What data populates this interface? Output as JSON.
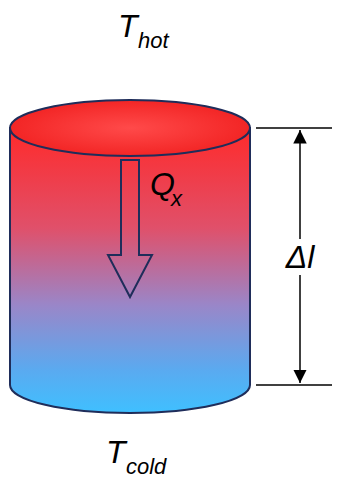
{
  "diagram": {
    "labels": [
      "T",
      "hot",
      "Q",
      "x",
      "Δl",
      "T",
      "cold"
    ]
  }
}
